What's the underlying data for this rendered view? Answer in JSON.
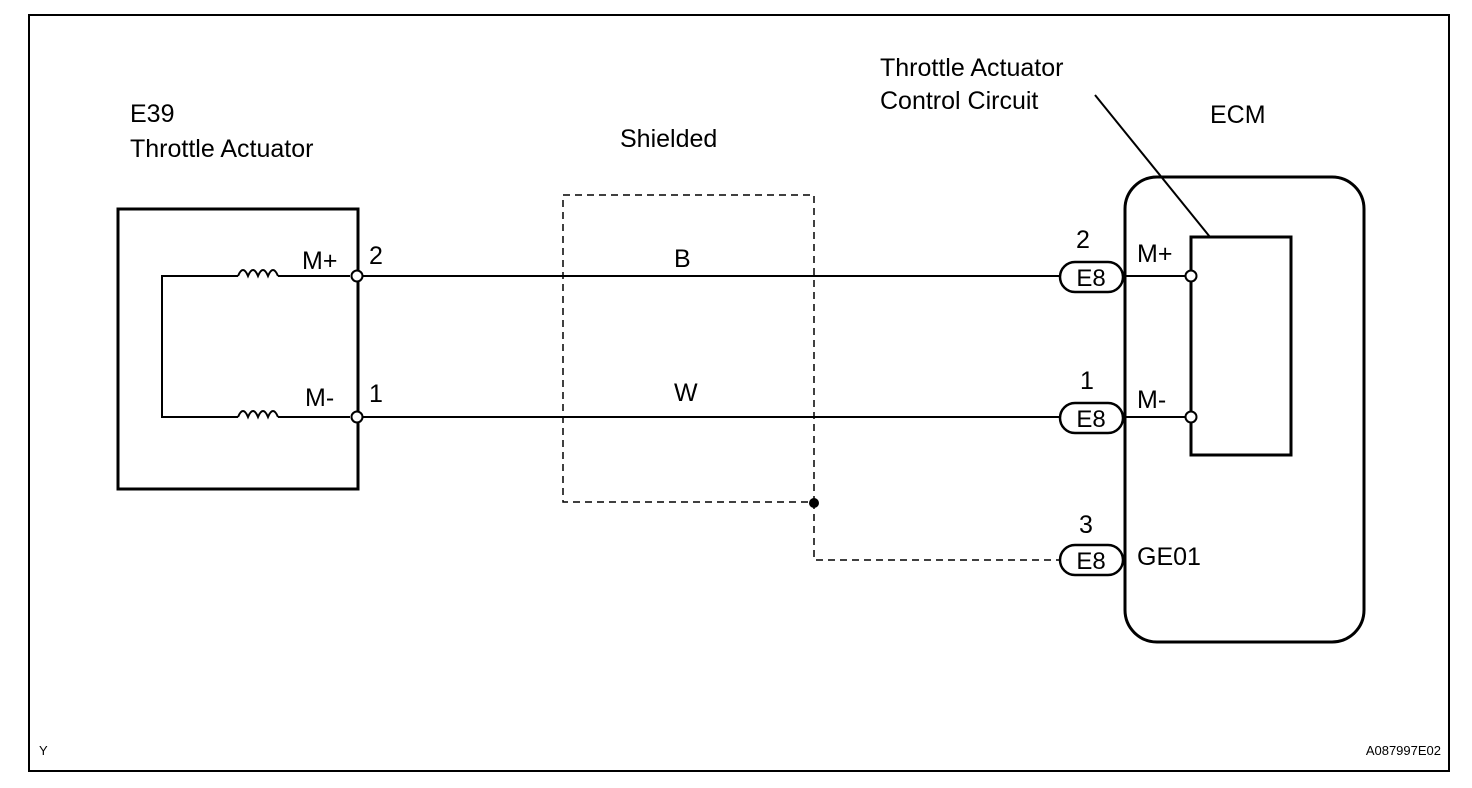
{
  "footer": {
    "left_code": "Y",
    "figure_id": "A087997E02"
  },
  "actuator": {
    "code": "E39",
    "name": "Throttle Actuator",
    "terminals": [
      {
        "pin": "2",
        "label": "M+"
      },
      {
        "pin": "1",
        "label": "M-"
      }
    ]
  },
  "shield": {
    "label": "Shielded"
  },
  "wires": [
    {
      "color_code": "B"
    },
    {
      "color_code": "W"
    }
  ],
  "ecm": {
    "title": "ECM",
    "circuit_label_line1": "Throttle Actuator",
    "circuit_label_line2": "Control Circuit",
    "connectors": [
      {
        "code": "E8",
        "pin": "2",
        "label": "M+"
      },
      {
        "code": "E8",
        "pin": "1",
        "label": "M-"
      },
      {
        "code": "E8",
        "pin": "3",
        "label": "GE01"
      }
    ]
  },
  "colors": {
    "line": "#000000",
    "background": "#ffffff"
  }
}
